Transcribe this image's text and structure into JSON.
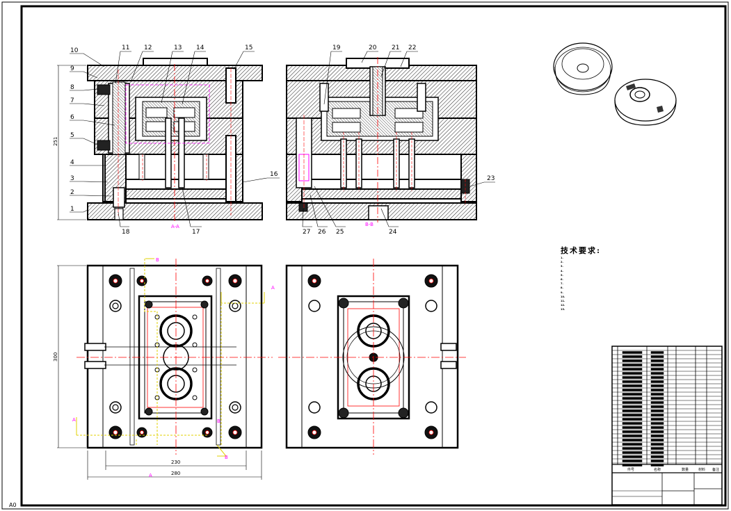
{
  "sheet": {
    "size_code": "A0",
    "colors": {
      "line": "#000000",
      "center": "#ff0000",
      "cavity": "#ff00ff",
      "section": "#ffff00",
      "label": "#7f007f"
    }
  },
  "parts": {
    "left": [
      "10",
      "9",
      "8",
      "7",
      "6",
      "5",
      "4",
      "3",
      "2",
      "1"
    ],
    "top_left": [
      "11",
      "12",
      "13",
      "14",
      "15"
    ],
    "top_right": [
      "19",
      "20",
      "21",
      "22"
    ],
    "right": [
      "16",
      "23"
    ],
    "bottom_left": [
      "18",
      "17"
    ],
    "bottom_right": [
      "27",
      "26",
      "25",
      "24"
    ]
  },
  "section_labels": {
    "left_view": "A-A",
    "right_view": "B-B"
  },
  "cut_markers": [
    "A",
    "A",
    "A",
    "B",
    "B",
    "B"
  ],
  "dimensions": {
    "front_height": "251",
    "plan_height": "300",
    "inner_width": "230",
    "outer_width": "280"
  },
  "notes": {
    "title": "技术要求:",
    "lines": [
      "1.",
      "2.",
      "3.",
      "4.",
      "5.",
      "6.",
      "7.",
      "8.",
      "9.",
      "10.",
      "11.",
      "12.",
      "13."
    ]
  },
  "title_block": {
    "h1": "件号",
    "h2": "名称",
    "h3": "数量",
    "h4": "材料",
    "h5": "备注"
  }
}
